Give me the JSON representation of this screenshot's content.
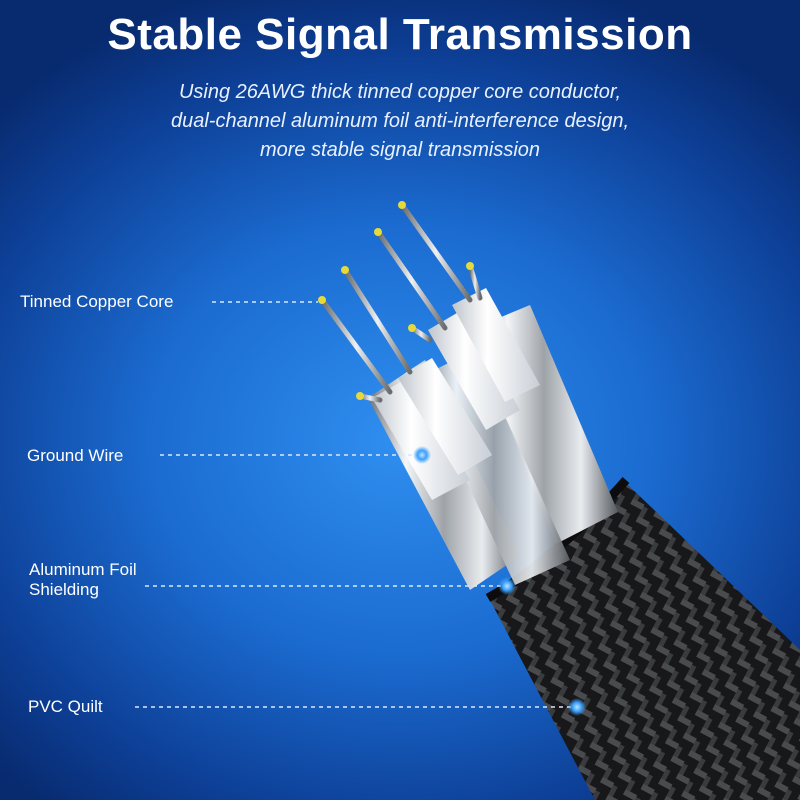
{
  "title": "Stable Signal Transmission",
  "subtitle_lines": [
    "Using 26AWG thick tinned copper core conductor,",
    "dual-channel aluminum foil anti-interference design,",
    "more stable signal transmission"
  ],
  "callouts": {
    "tinned_copper_core": "Tinned Copper Core",
    "ground_wire": "Ground Wire",
    "aluminum_foil_line1": "Aluminum Foil",
    "aluminum_foil_line2": "Shielding",
    "pvc_quilt": "PVC Quilt"
  },
  "colors": {
    "background": "#1b6bd0",
    "text": "#ffffff",
    "copper_tip": "#e6d93a",
    "braid": "#2a2a2a",
    "callout_dot": "#3aa0ff"
  }
}
